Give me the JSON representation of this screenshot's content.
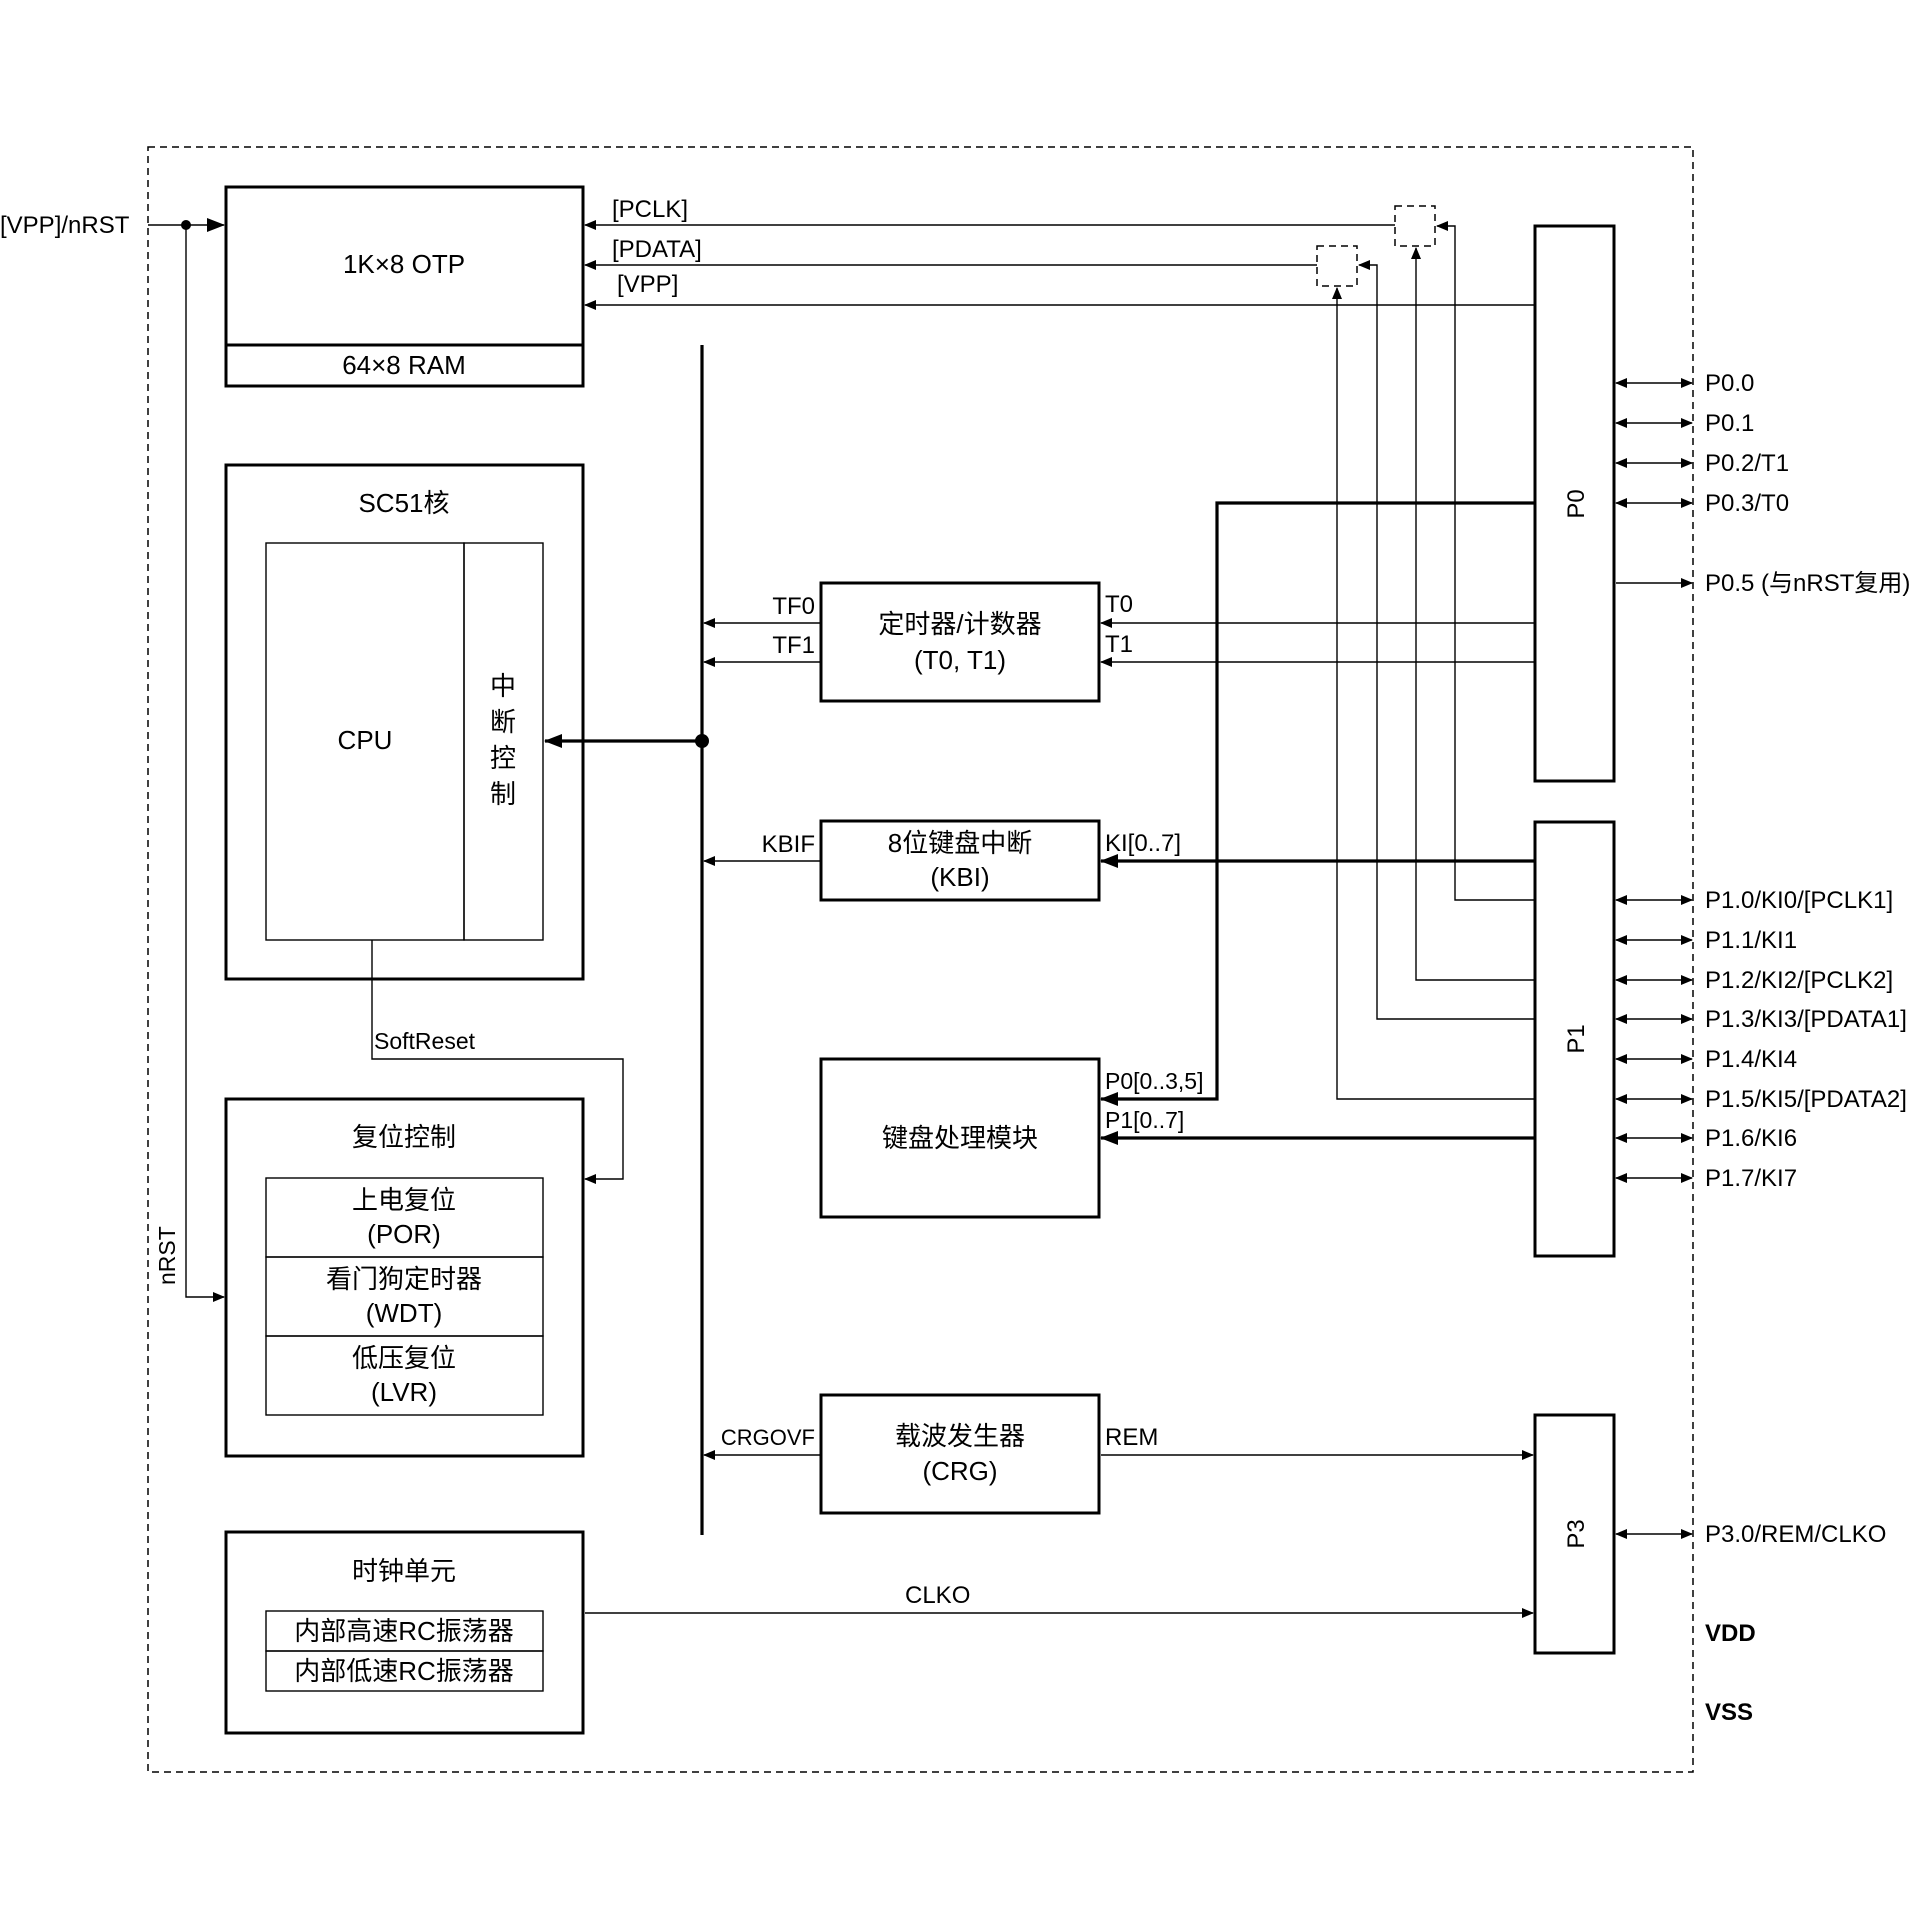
{
  "external": {
    "vpp_nrst": "[VPP]/nRST",
    "nrst": "nRST"
  },
  "memory": {
    "otp": "1K×8 OTP",
    "ram": "64×8 RAM",
    "pclk": "[PCLK]",
    "pdata": "[PDATA]",
    "vpp": "[VPP]"
  },
  "core": {
    "title": "SC51核",
    "cpu": "CPU",
    "irq_chars": [
      "中",
      "断",
      "控",
      "制"
    ],
    "softreset": "SoftReset"
  },
  "reset": {
    "title": "复位控制",
    "por": [
      "上电复位",
      "(POR)"
    ],
    "wdt": [
      "看门狗定时器",
      "(WDT)"
    ],
    "lvr": [
      "低压复位",
      "(LVR)"
    ]
  },
  "clock": {
    "title": "时钟单元",
    "hirc": "内部高速RC振荡器",
    "lirc": "内部低速RC振荡器",
    "clko": "CLKO"
  },
  "timer": {
    "line1": "定时器/计数器",
    "line2": "(T0, T1)",
    "tf0": "TF0",
    "tf1": "TF1",
    "t0": "T0",
    "t1": "T1"
  },
  "kbi": {
    "line1": "8位键盘中断",
    "line2": "(KBI)",
    "kbif": "KBIF",
    "ki": "KI[0..7]"
  },
  "keypad": {
    "label": "键盘处理模块",
    "p0": "P0[0..3,5]",
    "p1": "P1[0..7]"
  },
  "crg": {
    "line1": "载波发生器",
    "line2": "(CRG)",
    "crgovf": "CRGOVF",
    "rem": "REM"
  },
  "ports": {
    "p0": "P0",
    "p1": "P1",
    "p3": "P3"
  },
  "pins": {
    "p0": [
      "P0.0",
      "P0.1",
      "P0.2/T1",
      "P0.3/T0"
    ],
    "p05": "P0.5 (与nRST复用)",
    "p1": [
      "P1.0/KI0/[PCLK1]",
      "P1.1/KI1",
      "P1.2/KI2/[PCLK2]",
      "P1.3/KI3/[PDATA1]",
      "P1.4/KI4",
      "P1.5/KI5/[PDATA2]",
      "P1.6/KI6",
      "P1.7/KI7"
    ],
    "p3": "P3.0/REM/CLKO"
  },
  "power": {
    "vdd": "VDD",
    "vss": "VSS"
  }
}
